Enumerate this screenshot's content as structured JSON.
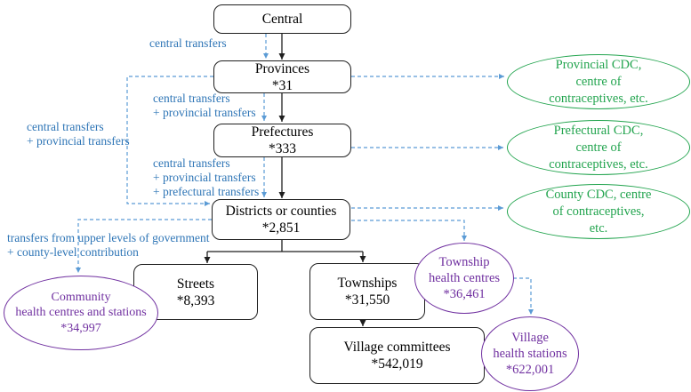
{
  "figure": "china-government-health-system-funding-flow",
  "colors": {
    "box_border": "#1f1f1f",
    "blue_label_text": "#2e75b6",
    "blue_dashed_line": "#5b9bd5",
    "green_ellipse": "#22a44e",
    "purple_ellipse": "#7030a0",
    "solid_arrow": "#1f1f1f"
  },
  "nodes": {
    "central": {
      "label": "Central"
    },
    "provinces": {
      "label": "Provinces",
      "count": "*31"
    },
    "prefectures": {
      "label": "Prefectures",
      "count": "*333"
    },
    "districts": {
      "label": "Districts or counties",
      "count": "*2,851"
    },
    "streets": {
      "label": "Streets",
      "count": "*8,393"
    },
    "townships": {
      "label": "Townships",
      "count": "*31,550"
    },
    "village_committees": {
      "label": "Village committees",
      "count": "*542,019"
    }
  },
  "green_ellipses": {
    "provincial": {
      "lines": [
        "Provincial CDC,",
        "centre of",
        "contraceptives, etc."
      ]
    },
    "prefectural": {
      "lines": [
        "Prefectural CDC,",
        "centre of",
        "contraceptives, etc."
      ]
    },
    "county": {
      "lines": [
        "County CDC, centre",
        "of contraceptives,",
        "etc."
      ]
    }
  },
  "purple_ellipses": {
    "community": {
      "lines": [
        "Community",
        "health centres and stations",
        "*34,997"
      ]
    },
    "township_health": {
      "lines": [
        "Township",
        "health centres",
        "*36,461"
      ]
    },
    "village_health": {
      "lines": [
        "Village",
        "health stations",
        "*622,001"
      ]
    }
  },
  "edge_labels": {
    "central_to_provinces": {
      "lines": [
        "central transfers"
      ]
    },
    "provinces_to_prefectures": {
      "lines": [
        "central transfers",
        "+ provincial transfers"
      ]
    },
    "prefectures_to_districts": {
      "lines": [
        "central transfers",
        "+ provincial transfers",
        "+ prefectural transfers"
      ]
    },
    "provinces_to_districts_left": {
      "lines": [
        "central transfers",
        "+ provincial transfers"
      ]
    },
    "districts_to_community": {
      "lines": [
        "transfers from upper levels of government",
        "+ county-level contribution"
      ]
    }
  }
}
